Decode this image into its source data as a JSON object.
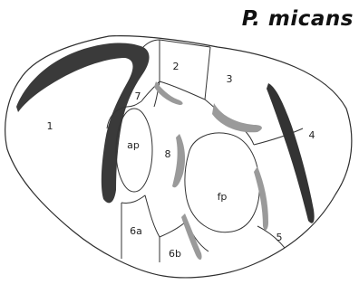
{
  "title": "P. micans",
  "regions": [
    {
      "id": "1",
      "label": "1"
    },
    {
      "id": "2",
      "label": "2"
    },
    {
      "id": "3",
      "label": "3"
    },
    {
      "id": "4",
      "label": "4"
    },
    {
      "id": "5",
      "label": "5"
    },
    {
      "id": "6a",
      "label": "6a"
    },
    {
      "id": "6b",
      "label": "6b"
    },
    {
      "id": "7",
      "label": "7"
    },
    {
      "id": "8",
      "label": "8"
    },
    {
      "id": "ap",
      "label": "ap"
    },
    {
      "id": "fp",
      "label": "fp"
    }
  ],
  "colors": {
    "outline": "#333333",
    "dark_band": "#3a3a3a",
    "grey_ridge": "#9a9a9a",
    "background": "#ffffff"
  }
}
